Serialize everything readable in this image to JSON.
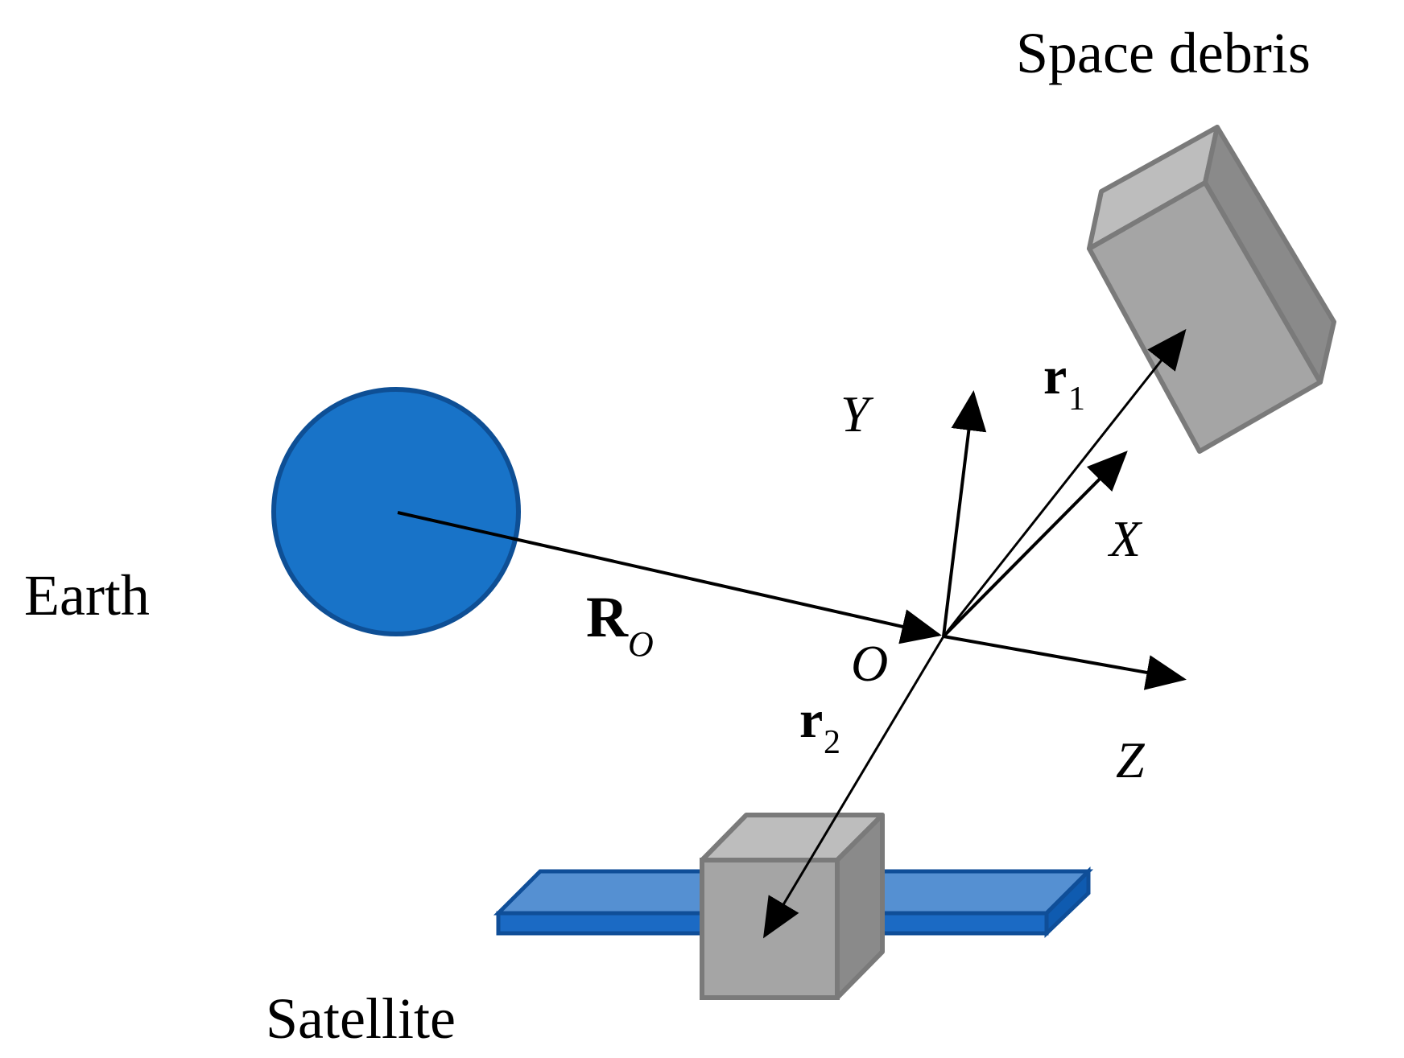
{
  "labels": {
    "space_debris": "Space debris",
    "earth": "Earth",
    "satellite": "Satellite",
    "origin": "O",
    "axis_x": "X",
    "axis_y": "Y",
    "axis_z": "Z",
    "vec_r1": "r",
    "vec_r1_sub": "1",
    "vec_r2": "r",
    "vec_r2_sub": "2",
    "vec_R": "R",
    "vec_R_sub": "O"
  },
  "colors": {
    "earth_fill": "#1873C8",
    "earth_stroke": "#0E4F95",
    "panel_top": "#5590D2",
    "panel_front": "#1B6AC4",
    "panel_stroke": "#0F4E98",
    "box_front": "#A5A5A5",
    "box_top": "#BDBDBD",
    "box_side": "#8A8A8A",
    "box_stroke": "#7A7A7A",
    "arrow": "#000000"
  }
}
